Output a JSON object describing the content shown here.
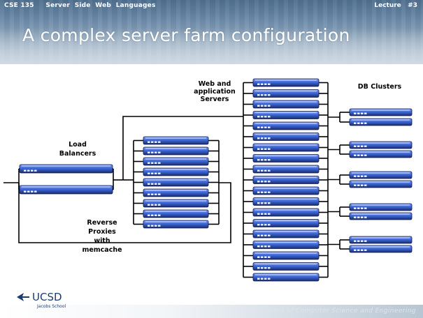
{
  "header": {
    "course": "CSE 135     Server  Side  Web  Languages",
    "lecture": "Lecture   #3",
    "title": "A complex server farm configuration"
  },
  "labels": {
    "web_servers": [
      "Web and",
      "application",
      "Servers"
    ],
    "db_clusters": "DB Clusters",
    "load_balancers": [
      "Load",
      "Balancers"
    ],
    "reverse_proxies": [
      "Reverse",
      "Proxies",
      "with",
      "memcache"
    ]
  },
  "footer": {
    "logo_text": "UCSD",
    "logo_sub": "Jacobs School",
    "department": "Department of Computer Science and Engineering"
  },
  "colors": {
    "server_blue": "#3d68d8",
    "server_dark": "#1a2c6e",
    "line": "#000000"
  },
  "icons": {
    "server": "rack-server-icon",
    "logo": "ucsd-trident-logo"
  }
}
